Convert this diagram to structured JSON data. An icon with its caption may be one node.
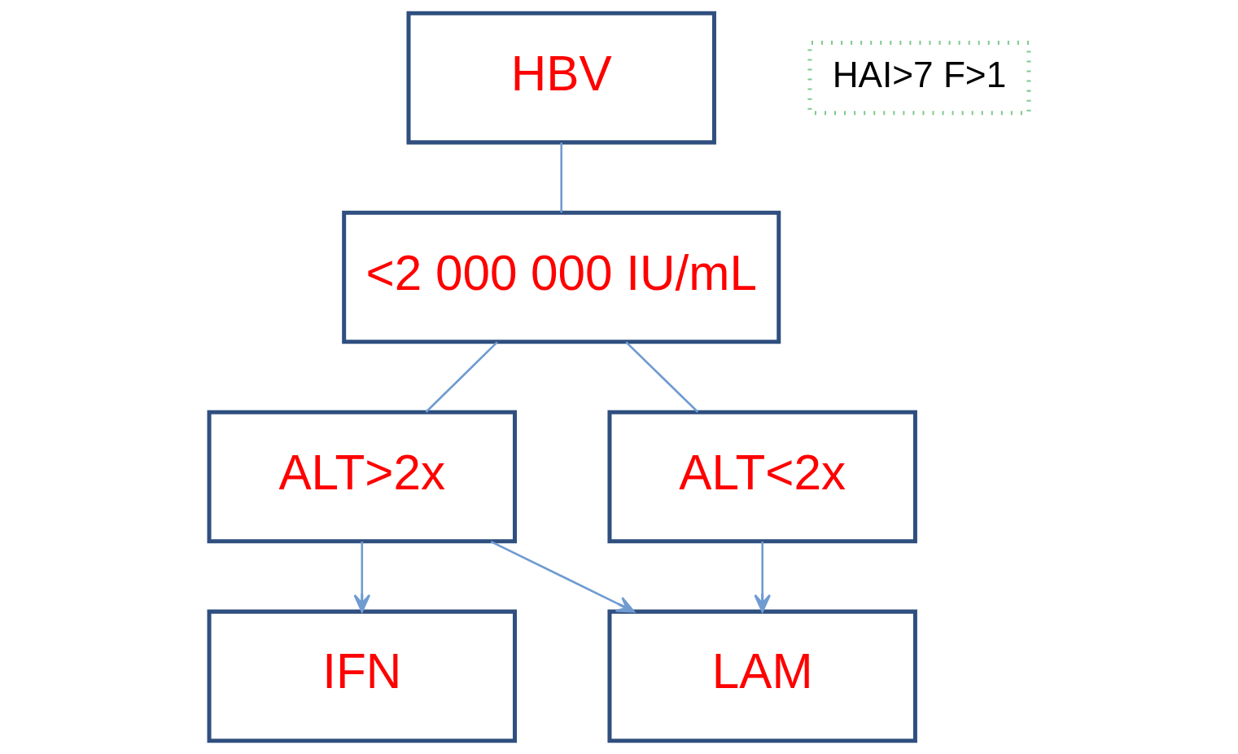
{
  "diagram": {
    "nodes": [
      {
        "text": [
          "HBV"
        ]
      },
      {
        "text": [
          "<2 000 000 IU/mL"
        ]
      },
      {
        "text": [
          "ALT>2x"
        ]
      },
      {
        "text": [
          "ALT<2x"
        ]
      },
      {
        "text": [
          "IFN"
        ]
      },
      {
        "text": [
          "LAM"
        ]
      },
      {
        "text": [
          "HAI>7 F>1"
        ]
      }
    ],
    "edges": [
      {
        "from": 0,
        "to": 1,
        "arrow": "none"
      },
      {
        "from": 1,
        "to": 2,
        "arrow": "none"
      },
      {
        "from": 1,
        "to": 3,
        "arrow": "none"
      },
      {
        "from": 2,
        "to": 4,
        "arrow": "to"
      },
      {
        "from": 2,
        "to": 5,
        "arrow": "to"
      },
      {
        "from": 3,
        "to": 5,
        "arrow": "to"
      }
    ]
  }
}
